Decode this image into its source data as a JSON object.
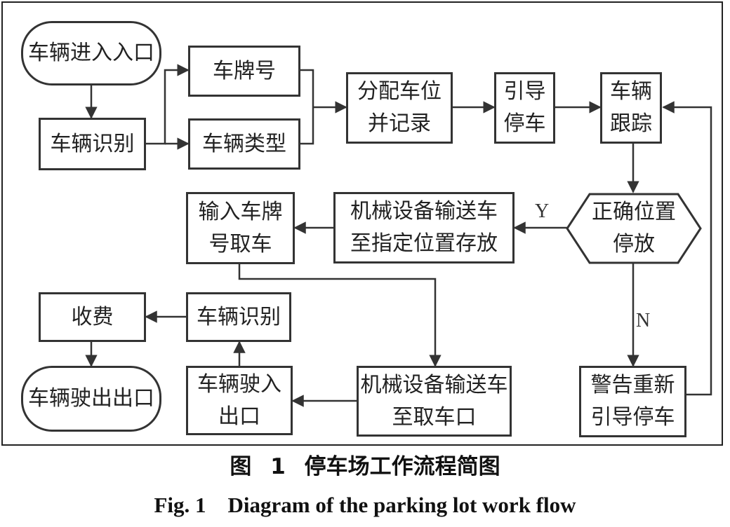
{
  "nodes": {
    "entry": "车辆进入入口",
    "identify_in": "车辆识别",
    "plate": "车牌号",
    "vehicle_type": "车辆类型",
    "allocate": "分配车位\n并记录",
    "guide": "引导\n停车",
    "track": "车辆\n跟踪",
    "correct_park": "正确位置\n停放",
    "mech_store": "机械设备输送车\n至指定位置存放",
    "input_plate": "输入车牌\n号取车",
    "mech_pickup": "机械设备输送车\n至取车口",
    "drive_in_exit": "车辆驶入\n出口",
    "identify_out": "车辆识别",
    "fee": "收费",
    "exit": "车辆驶出出口",
    "warn": "警告重新\n引导停车"
  },
  "edge_labels": {
    "yes": "Y",
    "no": "N"
  },
  "caption": {
    "cn": "图 1 停车场工作流程简图",
    "en": "Fig. 1　Diagram of the parking lot work flow"
  }
}
